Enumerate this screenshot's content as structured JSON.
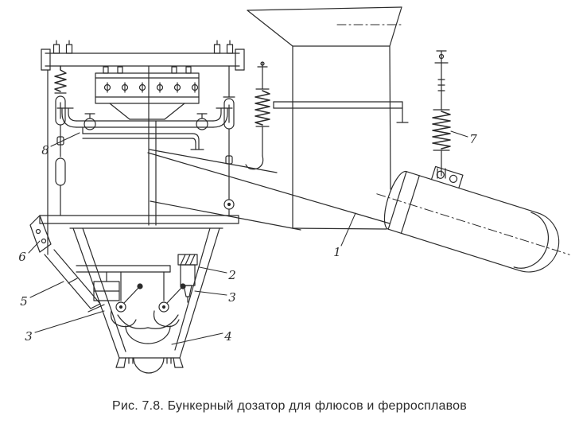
{
  "figure": {
    "caption": "Рис. 7.8. Бункерный дозатор для флюсов и ферросплавов",
    "callouts": [
      {
        "label": "1"
      },
      {
        "label": "2"
      },
      {
        "label": "3"
      },
      {
        "label": "3"
      },
      {
        "label": "4"
      },
      {
        "label": "5"
      },
      {
        "label": "6"
      },
      {
        "label": "7"
      },
      {
        "label": "8"
      }
    ]
  },
  "colors": {
    "ink": "#2b2b2b",
    "background": "#ffffff"
  }
}
